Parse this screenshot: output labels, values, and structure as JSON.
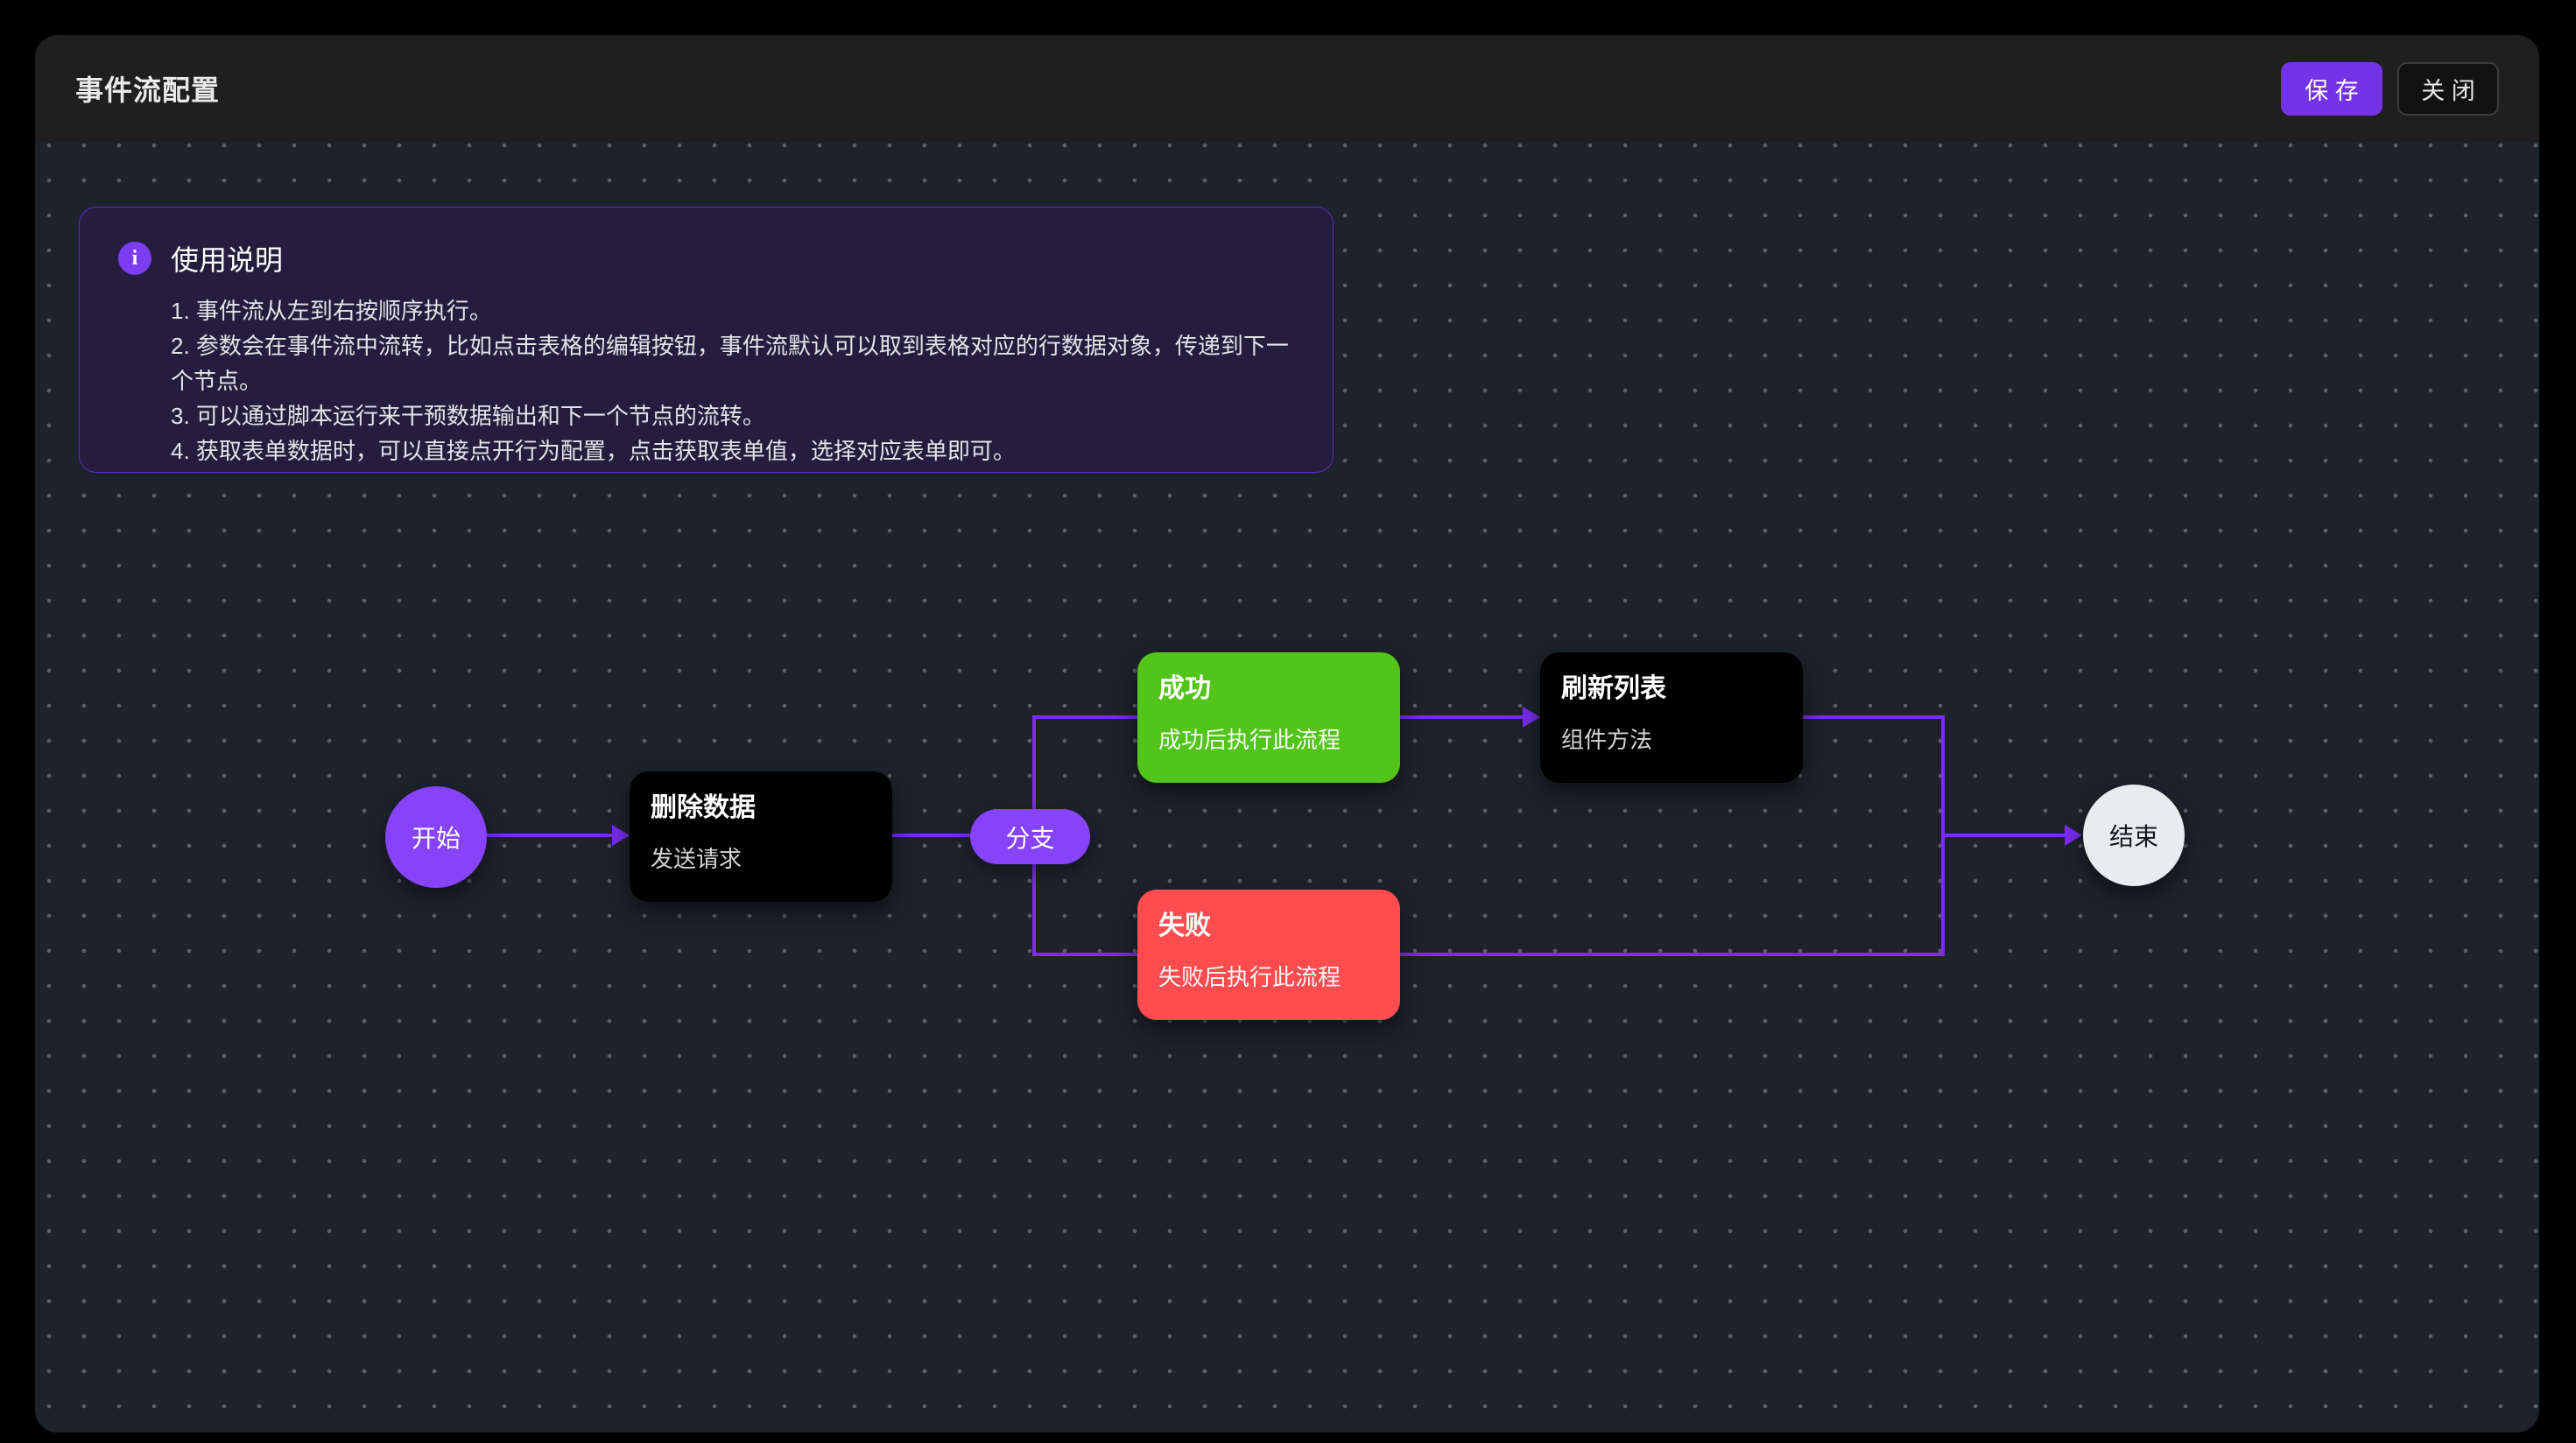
{
  "header": {
    "title": "事件流配置",
    "buttons": {
      "save": "保 存",
      "close": "关 闭"
    }
  },
  "instructions": {
    "title": "使用说明",
    "icon": "info-icon",
    "items": [
      "1. 事件流从左到右按顺序执行。",
      "2. 参数会在事件流中流转，比如点击表格的编辑按钮，事件流默认可以取到表格对应的行数据对象，传递到下一个节点。",
      "3. 可以通过脚本运行来干预数据输出和下一个节点的流转。",
      "4. 获取表单数据时，可以直接点开行为配置，点击获取表单值，选择对应表单即可。"
    ]
  },
  "flow": {
    "nodes": [
      {
        "id": "start",
        "type": "start",
        "label": "开始"
      },
      {
        "id": "delete-data",
        "type": "action",
        "title": "删除数据",
        "subtitle": "发送请求"
      },
      {
        "id": "branch",
        "type": "branch",
        "label": "分支"
      },
      {
        "id": "success",
        "type": "condition",
        "title": "成功",
        "subtitle": "成功后执行此流程",
        "color": "#52c41a"
      },
      {
        "id": "refresh-list",
        "type": "action",
        "title": "刷新列表",
        "subtitle": "组件方法"
      },
      {
        "id": "fail",
        "type": "condition",
        "title": "失败",
        "subtitle": "失败后执行此流程",
        "color": "#ff4d4f"
      },
      {
        "id": "end",
        "type": "end",
        "label": "结束"
      }
    ],
    "edges": [
      {
        "from": "start",
        "to": "delete-data",
        "arrow": true
      },
      {
        "from": "delete-data",
        "to": "branch",
        "arrow": false
      },
      {
        "from": "branch",
        "to": "success",
        "arrow": false
      },
      {
        "from": "success",
        "to": "refresh-list",
        "arrow": true
      },
      {
        "from": "branch",
        "to": "fail",
        "arrow": false
      },
      {
        "from": "refresh-list",
        "to": "end",
        "arrow": true
      },
      {
        "from": "fail",
        "to": "end",
        "arrow": true
      }
    ]
  },
  "colors": {
    "node_purple": "#8643fa",
    "edge_purple": "#7b2cf2",
    "save_button_purple": "#7434e6",
    "success_green": "#52c41a",
    "fail_red": "#ff4d4f",
    "canvas_bg": "#1e222c",
    "header_bg": "#1f1f1f",
    "panel_bg": "#251d3e",
    "end_circle_bg": "#e9ebef"
  }
}
